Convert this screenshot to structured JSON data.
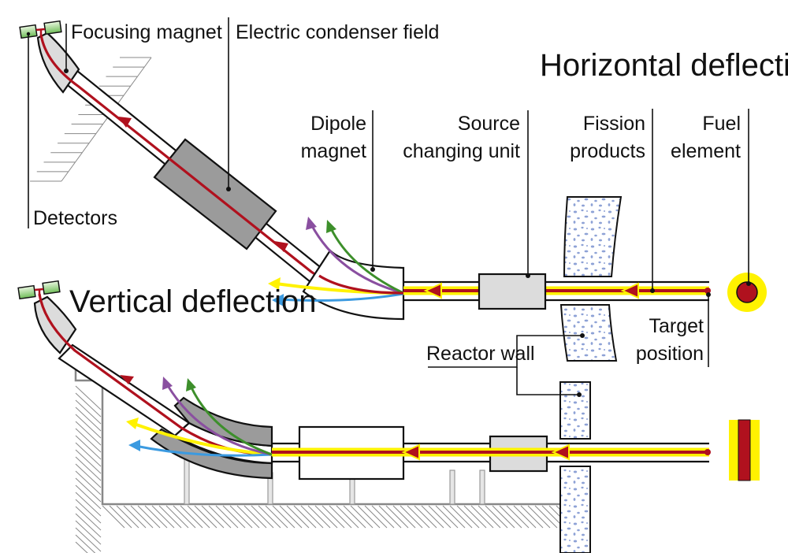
{
  "diagram": {
    "titles": {
      "horizontal": "Horizontal deflection",
      "vertical": "Vertical deflection"
    },
    "labels": {
      "focusing_magnet": "Focusing magnet",
      "electric_condenser_field": "Electric condenser field",
      "detectors": "Detectors",
      "dipole_magnet_line1": "Dipole",
      "dipole_magnet_line2": "magnet",
      "source_changing_unit_line1": "Source",
      "source_changing_unit_line2": "changing unit",
      "fission_products_line1": "Fission",
      "fission_products_line2": "products",
      "fuel_element_line1": "Fuel",
      "fuel_element_line2": "element",
      "target_position_line1": "Target",
      "target_position_line2": "position",
      "reactor_wall": "Reactor wall"
    },
    "colors": {
      "beam_main": "#b0111e",
      "beam_yellow": "#fff200",
      "beam_purple": "#8a4fa0",
      "beam_green": "#3d8f2b",
      "beam_blue": "#3b9ae0",
      "magnet_gray": "#9b9b9b",
      "unit_light_gray": "#dcdcdc",
      "detector_green": "#8fcf7a",
      "concrete_speckle": "#8ea2d6"
    },
    "icons": [
      "detector-icon",
      "fuel-element-icon",
      "arrow-icon"
    ]
  }
}
